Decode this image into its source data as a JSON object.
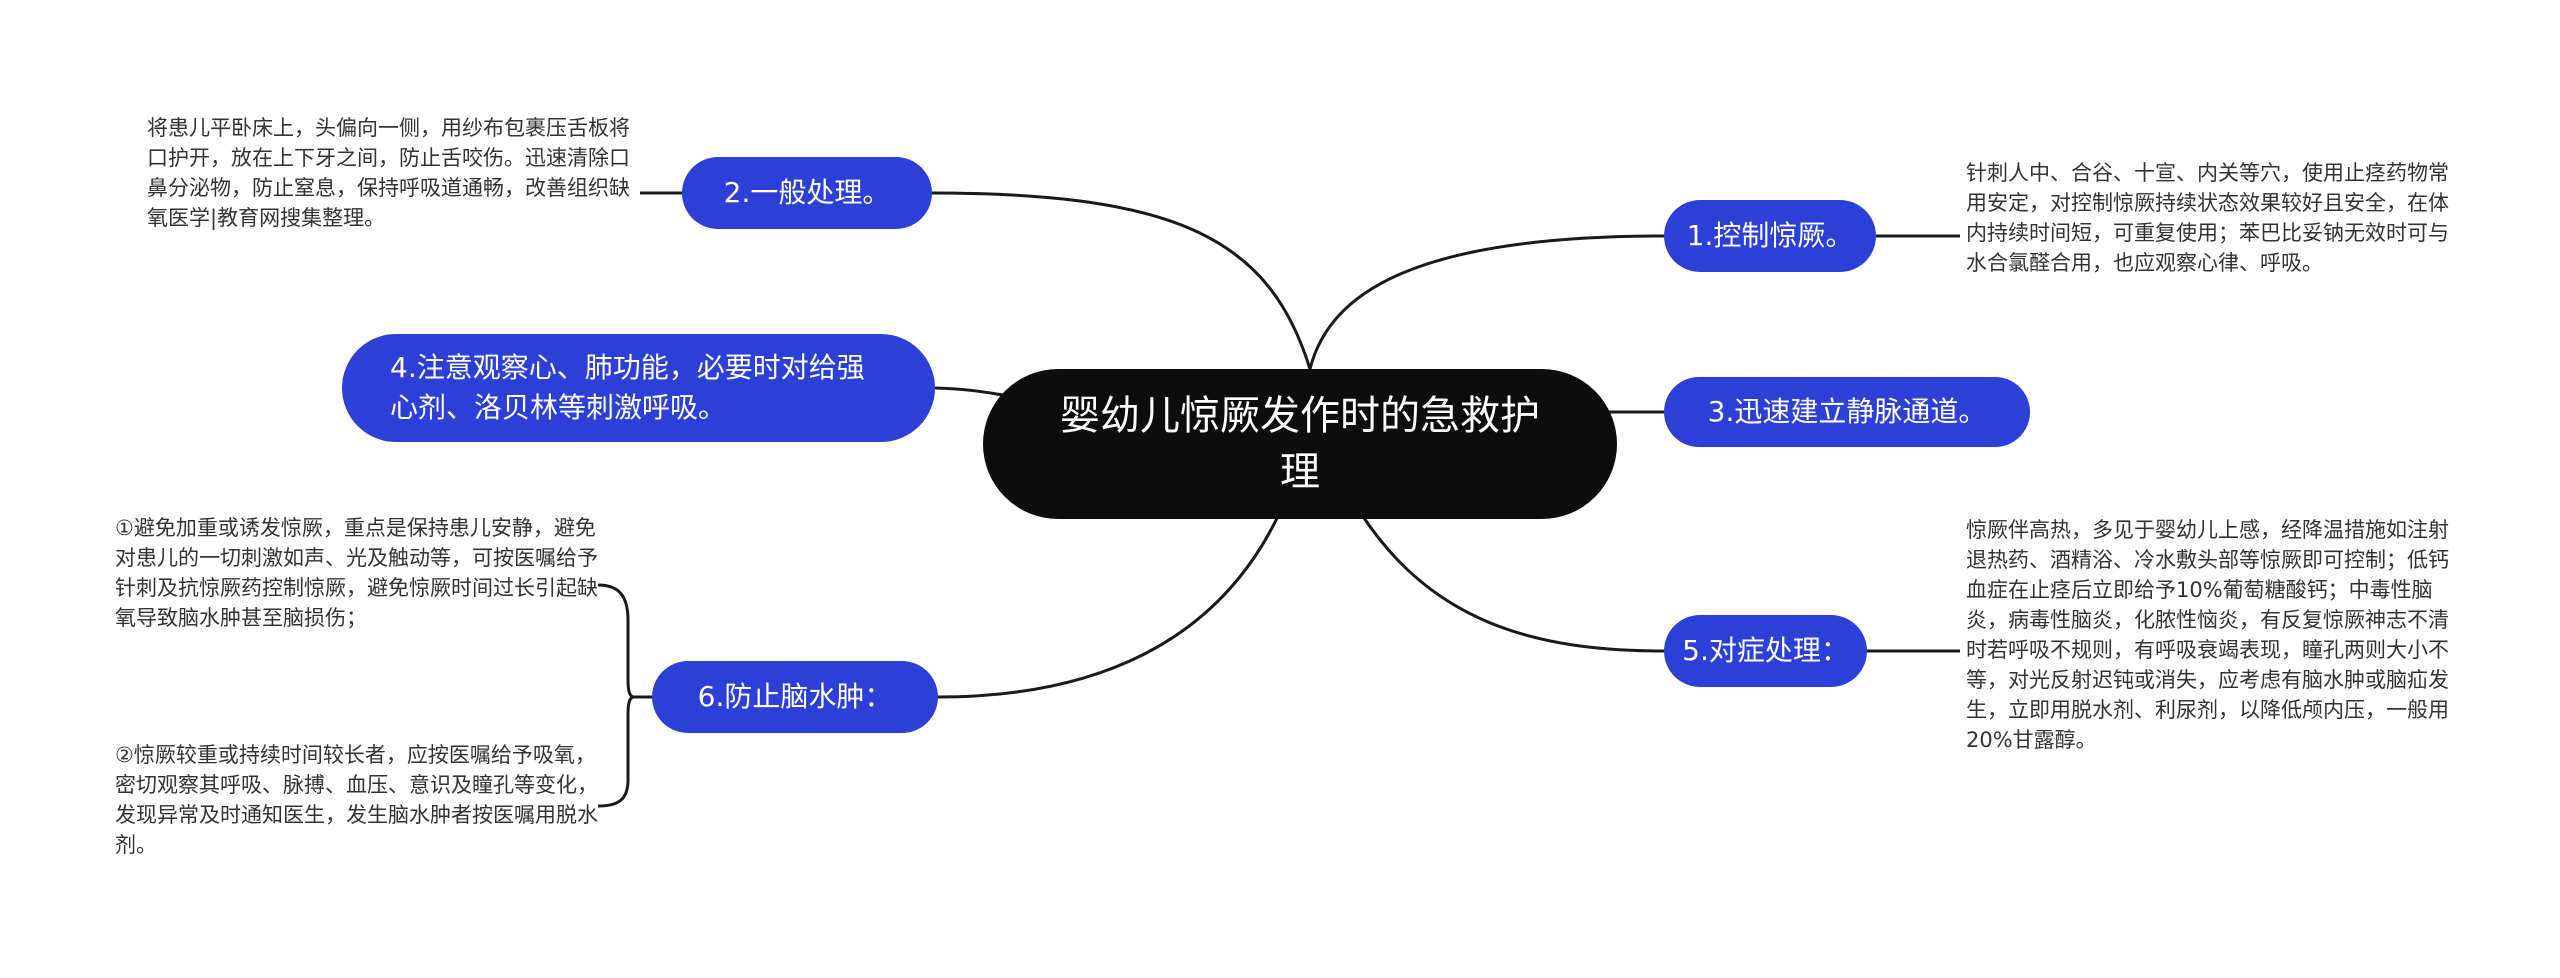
{
  "central": {
    "title": "婴幼儿惊厥发作时的急救护理"
  },
  "topics": {
    "t1": "1.控制惊厥。",
    "t2": "2.一般处理。",
    "t3": "3.迅速建立静脉通道。",
    "t4": "4.注意观察心、肺功能，必要时对给强心剂、洛贝林等刺激呼吸。",
    "t5": "5.对症处理：",
    "t6": "6.防止脑水肿："
  },
  "notes": {
    "t1": "针刺人中、合谷、十宣、内关等穴，使用止痉药物常用安定，对控制惊厥持续状态效果较好且安全，在体内持续时间短，可重复使用；苯巴比妥钠无效时可与水合氯醛合用，也应观察心律、呼吸。",
    "t2": "将患儿平卧床上，头偏向一侧，用纱布包裹压舌板将口护开，放在上下牙之间，防止舌咬伤。迅速清除口鼻分泌物，防止窒息，保持呼吸道通畅，改善组织缺氧医学|教育网搜集整理。",
    "t5": "惊厥伴高热，多见于婴幼儿上感，经降温措施如注射退热药、酒精浴、冷水敷头部等惊厥即可控制；低钙血症在止痉后立即给予10%葡萄糖酸钙；中毒性脑炎，病毒性脑炎，化脓性恼炎，有反复惊厥神志不清时若呼吸不规则，有呼吸衰竭表现，瞳孔两则大小不等，对光反射迟钝或消失，应考虑有脑水肿或脑疝发生，立即用脱水剂、利尿剂，以降低颅内压，一般用20%甘露醇。",
    "t6a": "①避免加重或诱发惊厥，重点是保持患儿安静，避免对患儿的一切刺激如声、光及触动等，可按医嘱给予针刺及抗惊厥药控制惊厥，避免惊厥时间过长引起缺氧导致脑水肿甚至脑损伤；",
    "t6b": "②惊厥较重或持续时间较长者，应按医嘱给予吸氧，密切观察其呼吸、脉搏、血压、意识及瞳孔等变化，发现异常及时通知医生，发生脑水肿者按医嘱用脱水剂。"
  },
  "colors": {
    "root_bg": "#0d0d0d",
    "topic_bg": "#2c40d8",
    "line": "#1a1a1a",
    "note_text": "#333333"
  }
}
